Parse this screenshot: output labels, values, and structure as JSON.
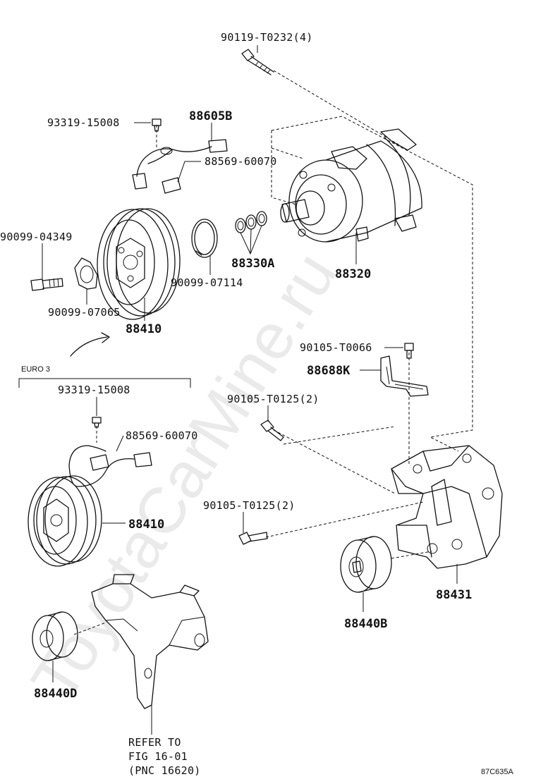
{
  "watermark": "ToyotaCarMine.ru",
  "figure_code": "87C635A",
  "variant_label": "EURO 3",
  "refer_note": [
    "REFER TO",
    "FIG 16-01",
    "(PNC 16620)"
  ],
  "labels": {
    "bolt_top": "90119-T0232(4)",
    "screw_1": "93319-15008",
    "harness_1": "88605B",
    "clamp_1": "88569-60070",
    "bolt_left": "90099-04349",
    "shim_set": "88330A",
    "compressor": "88320",
    "snap_ring": "90099-07114",
    "gasket": "90099-07065",
    "clutch_1": "88410",
    "bolt_bracket": "90105-T0066",
    "bracket_stay": "88688K",
    "bolt_mid": "90105-T0125(2)",
    "screw_2": "93319-15008",
    "clamp_2": "88569-60070",
    "bolt_low": "90105-T0125(2)",
    "clutch_2": "88410",
    "bracket_main": "88431",
    "idler_1": "88440B",
    "idler_2": "88440D"
  }
}
